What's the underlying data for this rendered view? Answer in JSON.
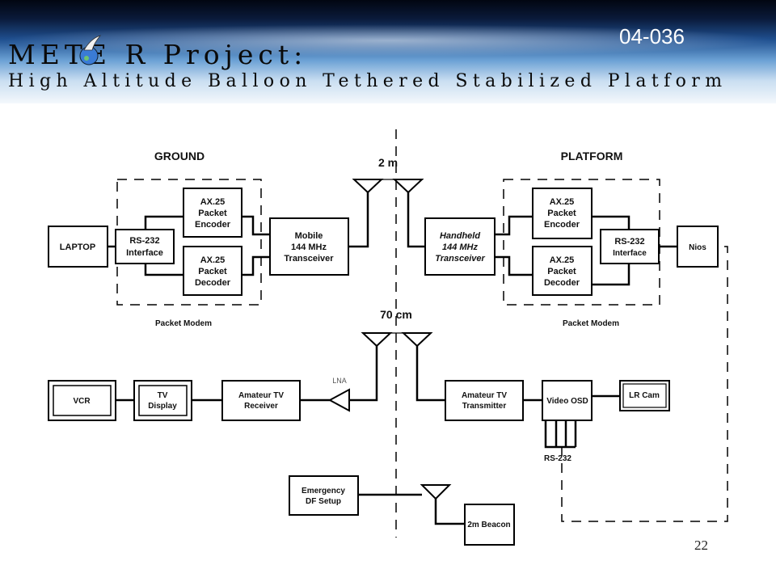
{
  "slide": {
    "number": "04-036",
    "title_line1": "METE R Project:",
    "title_line2": "High Altitude Balloon Tethered Stabilized Platform",
    "page": "22"
  },
  "diagram": {
    "ground_label": "GROUND",
    "platform_label": "PLATFORM",
    "dist_2m": "2 m",
    "dist_70cm": "70 cm",
    "packet_modem_left": "Packet Modem",
    "packet_modem_right": "Packet Modem",
    "laptop": "LAPTOP",
    "rs232_ground": [
      "RS-232",
      "Interface"
    ],
    "encoder_ground": [
      "AX.25",
      "Packet",
      "Encoder"
    ],
    "decoder_ground": [
      "AX.25",
      "Packet",
      "Decoder"
    ],
    "mobile": [
      "Mobile",
      "144 MHz",
      "Transceiver"
    ],
    "handheld": [
      "Handheld",
      "144 MHz",
      "Transceiver"
    ],
    "encoder_platform": [
      "AX.25",
      "Packet",
      "Encoder"
    ],
    "decoder_platform": [
      "AX.25",
      "Packet",
      "Decoder"
    ],
    "rs232_platform": [
      "RS-232",
      "Interface"
    ],
    "nios": "Nios",
    "vcr": "VCR",
    "tv_display": [
      "TV",
      "Display"
    ],
    "atv_receiver": [
      "Amateur TV",
      "Receiver"
    ],
    "lna": "LNA",
    "atv_transmitter": [
      "Amateur TV",
      "Transmitter"
    ],
    "video_osd": "Video OSD",
    "lr_cam": "LR Cam",
    "rs232_osd": "RS-232",
    "emergency": [
      "Emergency",
      "DF Setup"
    ],
    "beacon": "2m Beacon"
  }
}
